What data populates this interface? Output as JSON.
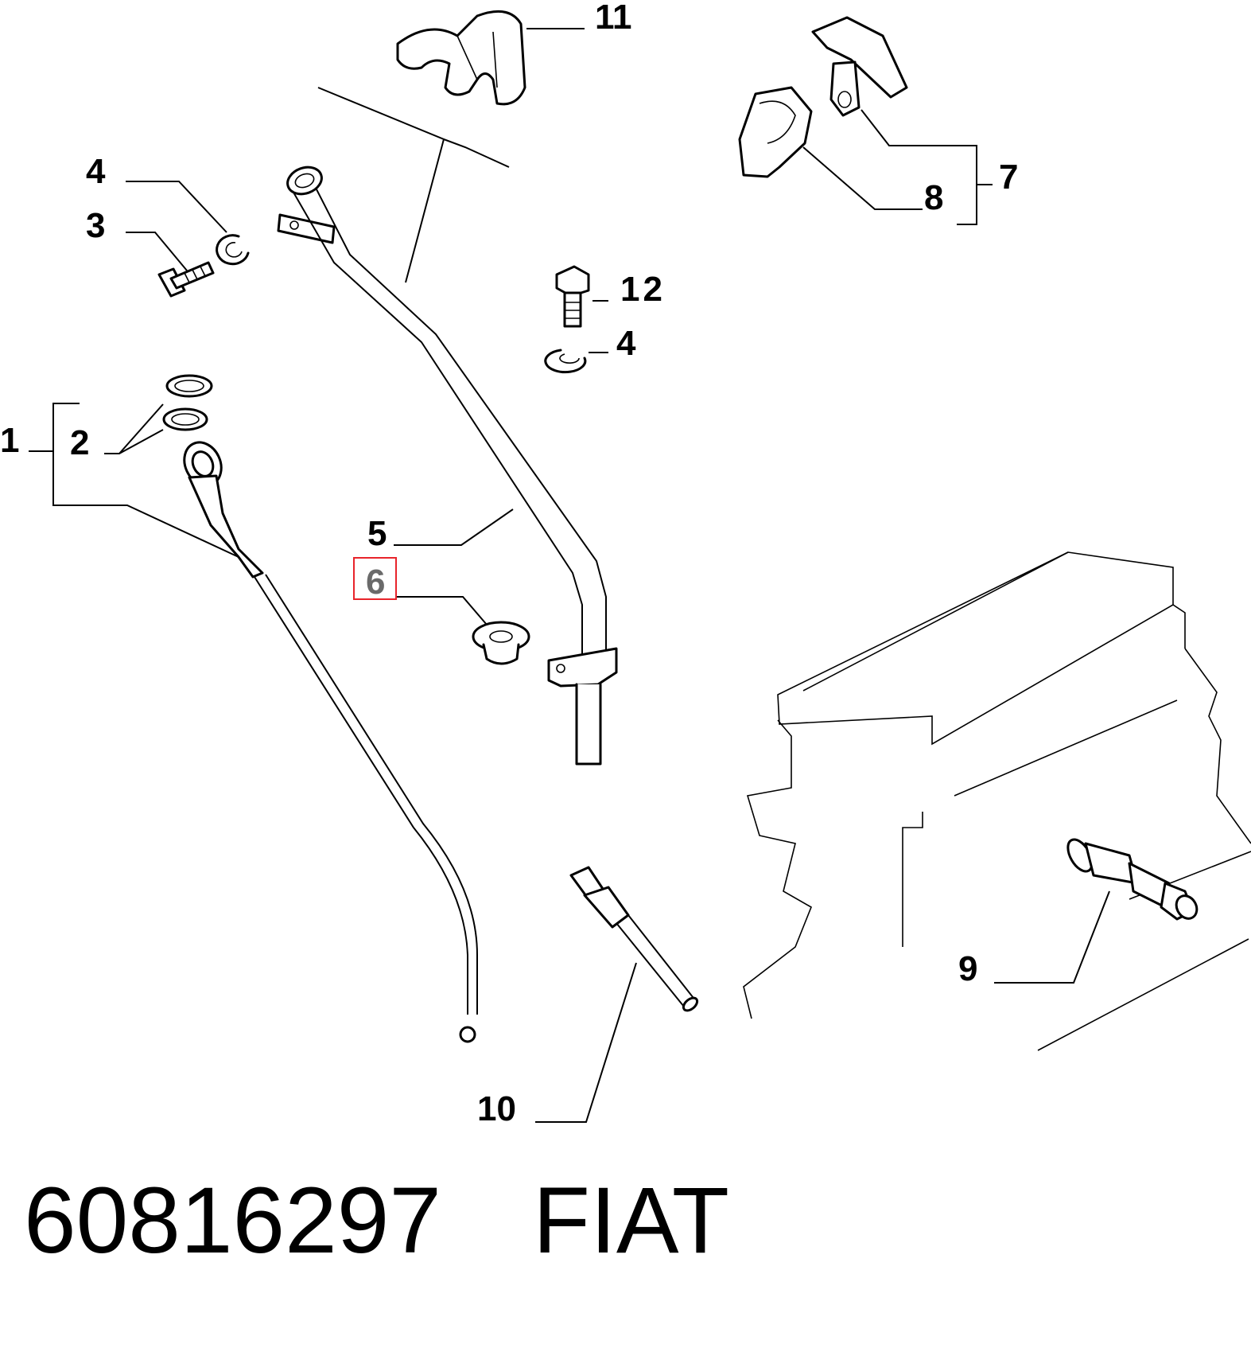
{
  "diagram": {
    "callouts": [
      {
        "id": "1",
        "text": "1"
      },
      {
        "id": "2",
        "text": "2"
      },
      {
        "id": "3",
        "text": "3"
      },
      {
        "id": "4a",
        "text": "4"
      },
      {
        "id": "4b",
        "text": "4"
      },
      {
        "id": "5",
        "text": "5"
      },
      {
        "id": "6",
        "text": "6"
      },
      {
        "id": "7",
        "text": "7"
      },
      {
        "id": "8",
        "text": "8"
      },
      {
        "id": "9",
        "text": "9"
      },
      {
        "id": "10",
        "text": "10"
      },
      {
        "id": "11",
        "text": "11"
      },
      {
        "id": "12",
        "text": "12"
      }
    ],
    "highlighted_callout": "6",
    "highlight_color": "#e8242b"
  },
  "footer": {
    "part_number": "60816297",
    "brand": "FIAT"
  }
}
